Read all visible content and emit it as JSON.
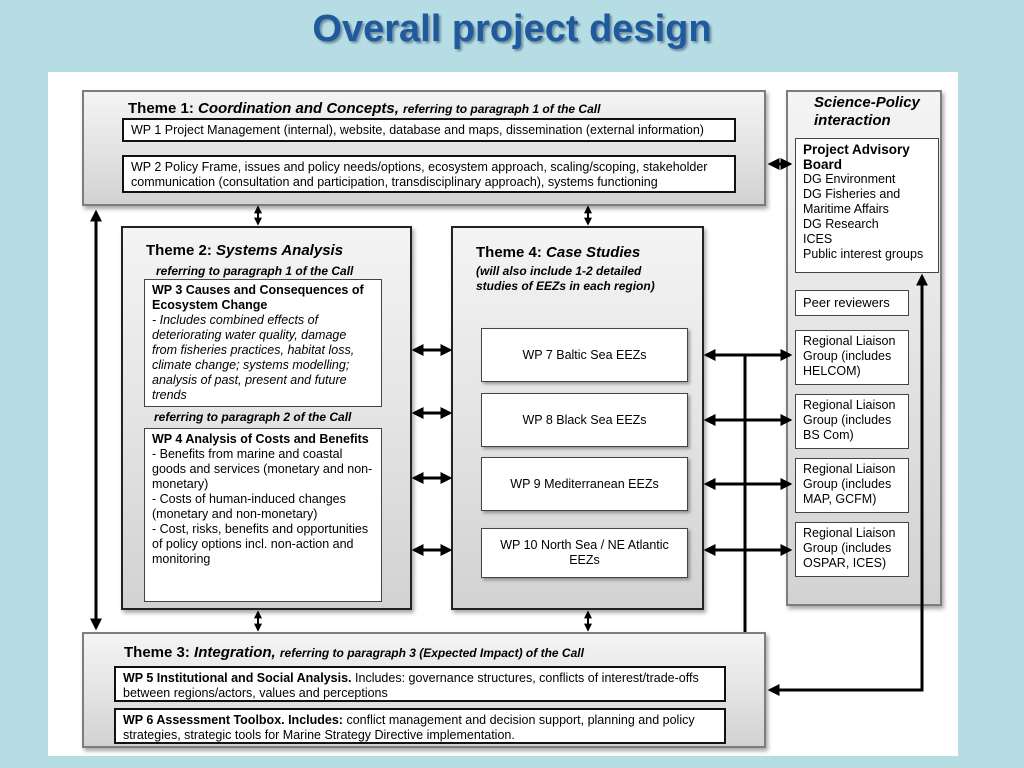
{
  "title": "Overall project design",
  "theme1": {
    "label": "Theme 1:",
    "name": "Coordination and Concepts,",
    "ref": "referring to paragraph 1 of the Call",
    "wp1": "WP 1 Project Management (internal), website, database and maps, dissemination (external information)",
    "wp2": "WP 2 Policy Frame, issues and policy needs/options, ecosystem approach, scaling/scoping, stakeholder communication (consultation and participation, transdisciplinary approach), systems functioning"
  },
  "theme2": {
    "label": "Theme 2:",
    "name": "Systems Analysis",
    "ref1": "referring to paragraph 1 of the Call",
    "wp3_title": "WP 3 Causes and Consequences of Ecosystem Change",
    "wp3_text": "- Includes combined effects of deteriorating water quality, damage from fisheries practices, habitat loss, climate change; systems modelling; analysis of past, present and future trends",
    "ref2": "referring to paragraph 2 of the Call",
    "wp4_title": "WP 4 Analysis of Costs and Benefits",
    "wp4_line1": "- Benefits from marine and coastal goods and services (monetary and non-monetary)",
    "wp4_line2": "- Costs of human-induced changes (monetary and non-monetary)",
    "wp4_line3": "- Cost, risks, benefits and opportunities of policy options incl. non-action and monitoring"
  },
  "theme4": {
    "label": "Theme 4:",
    "name": "Case Studies",
    "note_line1": "(will also include 1-2 detailed",
    "note_line2": "studies of EEZs in each region)",
    "wp7": "WP 7 Baltic Sea EEZs",
    "wp8": "WP 8 Black Sea EEZs",
    "wp9": "WP 9 Mediterranean EEZs",
    "wp10": "WP 10 North Sea / NE Atlantic EEZs"
  },
  "theme3": {
    "label": "Theme 3:",
    "name": "Integration,",
    "ref": "referring to paragraph 3 (Expected Impact) of the Call",
    "wp5_title": "WP 5 Institutional and Social Analysis.",
    "wp5_text": "Includes: governance structures, conflicts of interest/trade-offs between regions/actors, values and perceptions",
    "wp6_title": "WP 6 Assessment Toolbox. Includes:",
    "wp6_text": "conflict management and decision support, planning and policy strategies, strategic tools for Marine Strategy Directive implementation."
  },
  "science_policy": {
    "title_line1": "Science-Policy",
    "title_line2": "interaction",
    "board_title": "Project Advisory Board",
    "board_members": [
      "DG Environment",
      "DG Fisheries and Maritime Affairs",
      "DG Research",
      "ICES",
      "Public interest groups"
    ],
    "peer_reviewers": "Peer reviewers",
    "liaison": [
      "Regional Liaison Group (includes HELCOM)",
      "Regional Liaison Group (includes BS Com)",
      "Regional Liaison Group (includes MAP, GCFM)",
      "Regional Liaison Group (includes OSPAR, ICES)"
    ]
  },
  "colors": {
    "title": "#1f5a9c",
    "background": "#b6dde3"
  }
}
